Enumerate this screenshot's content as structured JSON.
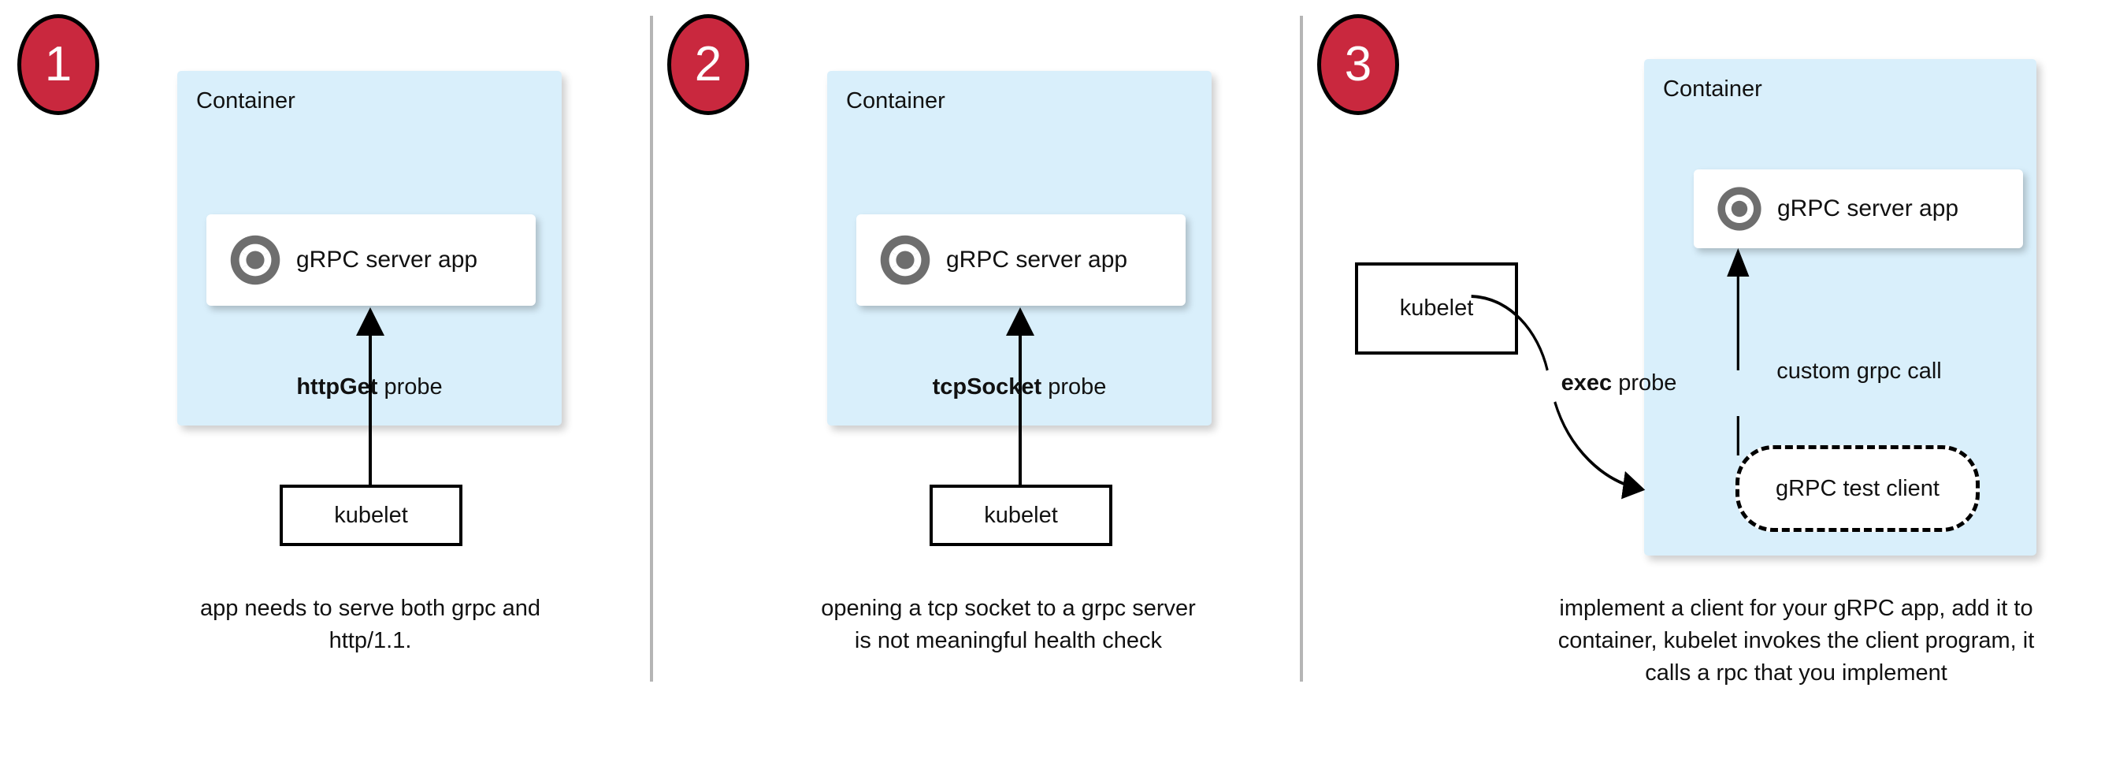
{
  "diagram": {
    "title": "gRPC health probe approaches in Kubernetes",
    "colors": {
      "badge_fill": "#c9283e",
      "badge_stroke": "#000000",
      "badge_text": "#ffffff",
      "container_fill": "#d9effb",
      "card_fill": "#ffffff",
      "stroke": "#000000",
      "divider": "#b5b5b5",
      "grpc_icon": "#6e6e6e"
    },
    "panels": [
      {
        "id": "panel-1",
        "badge": "1",
        "container_label": "Container",
        "app_label": "gRPC server app",
        "app_icon": "grpc-logo-icon",
        "probe_label_bold": "httpGet",
        "probe_label_rest": " probe",
        "kubelet_label": "kubelet",
        "caption": "app needs to serve both grpc and http/1.1."
      },
      {
        "id": "panel-2",
        "badge": "2",
        "container_label": "Container",
        "app_label": "gRPC server app",
        "app_icon": "grpc-logo-icon",
        "probe_label_bold": "tcpSocket",
        "probe_label_rest": " probe",
        "kubelet_label": "kubelet",
        "caption": "opening a tcp socket to a grpc server is not meaningful health check"
      },
      {
        "id": "panel-3",
        "badge": "3",
        "container_label": "Container",
        "app_label": "gRPC server app",
        "app_icon": "grpc-logo-icon",
        "probe_label_bold": "exec",
        "probe_label_rest": " probe",
        "kubelet_label": "kubelet",
        "call_label": "custom grpc call",
        "test_client_label": "gRPC test client",
        "caption": "implement a client for your gRPC app, add it to container, kubelet invokes the client program, it calls a rpc that you implement"
      }
    ]
  }
}
